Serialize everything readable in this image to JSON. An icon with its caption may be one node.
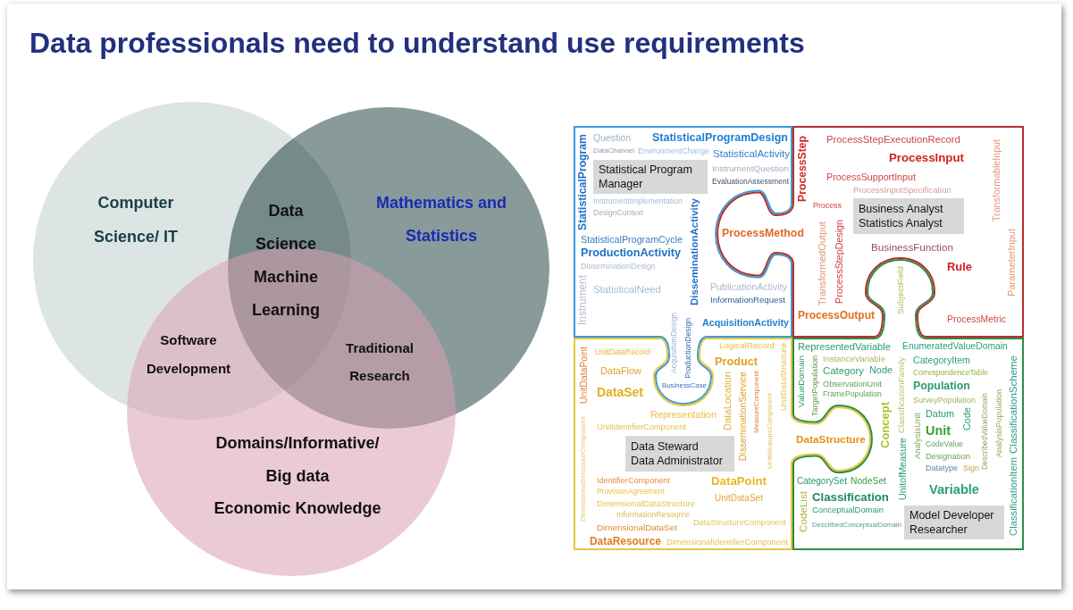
{
  "diagram": {
    "title": "Data professionals need to understand use requirements",
    "nodes": [
      {
        "text": [
          "Computer Science/ IT"
        ]
      },
      {
        "text": [
          "Mathematics and Statistics"
        ]
      },
      {
        "text": [
          "Domains/Informative/ Big data",
          "Economic Knowledge"
        ]
      },
      {
        "text": [
          "StatisticalProgram",
          "Question",
          "StatisticalProgramDesign",
          "DataChannel",
          "EnvironmentChange",
          "EvaluationAssessment",
          "InstrumentImplementation",
          "StatisticalActivity",
          "DesignContext",
          "InstrumentQuestion",
          "DisseminationActivity",
          "StatisticalProgramCycle",
          "ProductionActivity",
          "DisseminationDesign",
          "Instrument",
          "StatisticalNeed",
          "PublicationActivity",
          "InformationRequest",
          "AcquisitionActivity",
          "AcquisitionDesign",
          "ProductionDesign",
          "BusinessCase"
        ]
      },
      {
        "text": [
          "Statistical Program Manager"
        ],
        "in": 3
      },
      {
        "text": [
          "ProcessStep",
          "ProcessStepExecutionRecord",
          "ProcessInput",
          "TransformableInput",
          "ProcessSupportInput",
          "ProcessInputSpecification",
          "Process",
          "ProcessMethod",
          "TransformedOutput",
          "ProcessStepDesign",
          "BusinessFunction",
          "Rule",
          "ParameterInput",
          "ProcessOutput",
          "ProcessMetric"
        ]
      },
      {
        "text": [
          "Business Analyst",
          "Statistics Analyst"
        ],
        "in": 5
      },
      {
        "text": [
          "UnitDataPoint",
          "UnitDataRecord",
          "LogicalRecord",
          "Product",
          "DataFlow",
          "DataSet",
          "DataLocation",
          "DisseminationService",
          "MeasureComponent",
          "UnitMeasureComponent",
          "UnitDataStructure",
          "Representation",
          "UnitIdentifierComponent",
          "DataStructure",
          "DimensionalMeasureComponent",
          "IdentifierComponent",
          "DataPoint",
          "ProvisionAgreement",
          "DimensionalDataStructure",
          "UnitDataSet",
          "InformationResource",
          "DimensionalDataSet",
          "DataStructureComponent",
          "DataResource",
          "DimensionalIdentifierComponent"
        ]
      },
      {
        "text": [
          "Data Steward",
          "Data Administrator"
        ],
        "in": 7
      },
      {
        "text": [
          "SubjectField",
          "RepresentedVariable",
          "EnumeratedValueDomain",
          "ValueDomain",
          "InstanceVariable",
          "CategoryItem",
          "TargetPopulation",
          "Category",
          "Node",
          "ClassificationFamily",
          "ClassificationScheme",
          "CorrespondenceTable",
          "ObservationUnit",
          "Population",
          "FramePopulation",
          "SurveyPopulation",
          "Concept",
          "DescribedValueDomain",
          "Datum",
          "Code",
          "UnitofMeasure",
          "AnalysisUnit",
          "Unit",
          "AnalysisPopulation",
          "CodeValue",
          "Designation",
          "Datatype",
          "Sign",
          "ClassificationItem",
          "CategorySet",
          "NodeSet",
          "CodeList",
          "Classification",
          "ConceptualDomain",
          "Variable",
          "DescribedConceptualDomain"
        ]
      },
      {
        "text": [
          "Model Developer",
          "Researcher"
        ],
        "in": 9
      }
    ],
    "labels": [
      "Data Science",
      "Machine Learning",
      "Software Development",
      "Traditional Research"
    ]
  }
}
